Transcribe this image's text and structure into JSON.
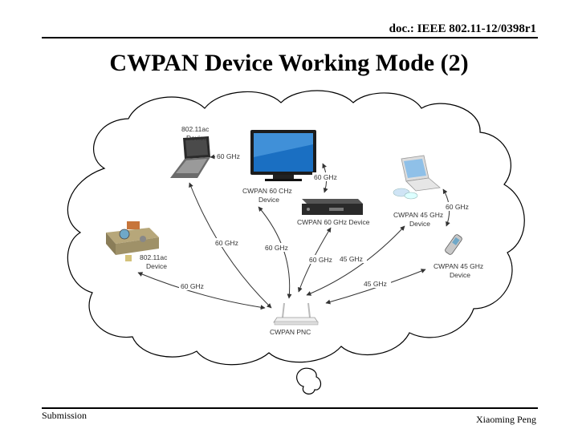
{
  "header": {
    "doc_id": "doc.: IEEE 802.11-12/0398r1",
    "title": "CWPAN Device Working Mode (2)"
  },
  "footer": {
    "left": "Submission",
    "right": "Xiaoming Peng"
  },
  "diagram": {
    "nodes": {
      "laptop_top": [
        "802.11ac",
        "Device"
      ],
      "monitor": [
        "CWPAN 60 CHz",
        "Device"
      ],
      "settop": [
        "CWPAN 60 GHz Device"
      ],
      "laptop_right": [
        "CWPAN 45 GHz",
        "Device"
      ],
      "projector": [
        "802.11ac",
        "Device"
      ],
      "phone": [
        "CWPAN 45 GHz",
        "Device"
      ],
      "router": [
        "CWPAN PNC"
      ]
    },
    "links": {
      "laptop_monitor": "60 GHz",
      "monitor_settop": "60 GHz",
      "laptop_right_phone": "60 GHz",
      "laptop_pnc": "60 GHz",
      "monitor_pnc": "60 GHz",
      "settop_pnc": "60 GHz",
      "laptop_right_pnc": "45 GHz",
      "phone_pnc": "45 GHz",
      "projector_pnc": "60 GHz"
    },
    "colors": {
      "cloud_stroke": "#000000",
      "arrow": "#333333",
      "screen": "#1a6fc2",
      "device_dark": "#2a2a2a"
    }
  }
}
